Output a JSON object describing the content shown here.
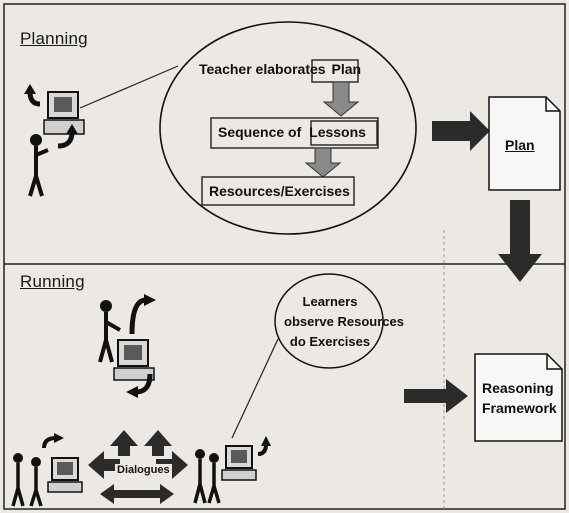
{
  "sections": {
    "planning": "Planning",
    "running": "Running"
  },
  "planning": {
    "ellipse_title_prefix": "Teacher elaborates ",
    "plan_word": "Plan",
    "sequence_prefix": "Sequence of ",
    "lessons_word": "Lessons",
    "resources_label": "Resources/Exercises",
    "document_label": "Plan"
  },
  "running": {
    "ellipse_line1": "Learners",
    "ellipse_line2": "observe Resources",
    "ellipse_line3": "do Exercises",
    "dialogues_label": "Dialogues",
    "document_label_line1": "Reasoning",
    "document_label_line2": "Framework"
  },
  "colors": {
    "background": "#ece8e4",
    "ink": "#111111",
    "arrow_fill": "#2b2b2b",
    "inner_arrow_fill": "#8a8a8a",
    "bleed_text": "#b9b4ae"
  }
}
